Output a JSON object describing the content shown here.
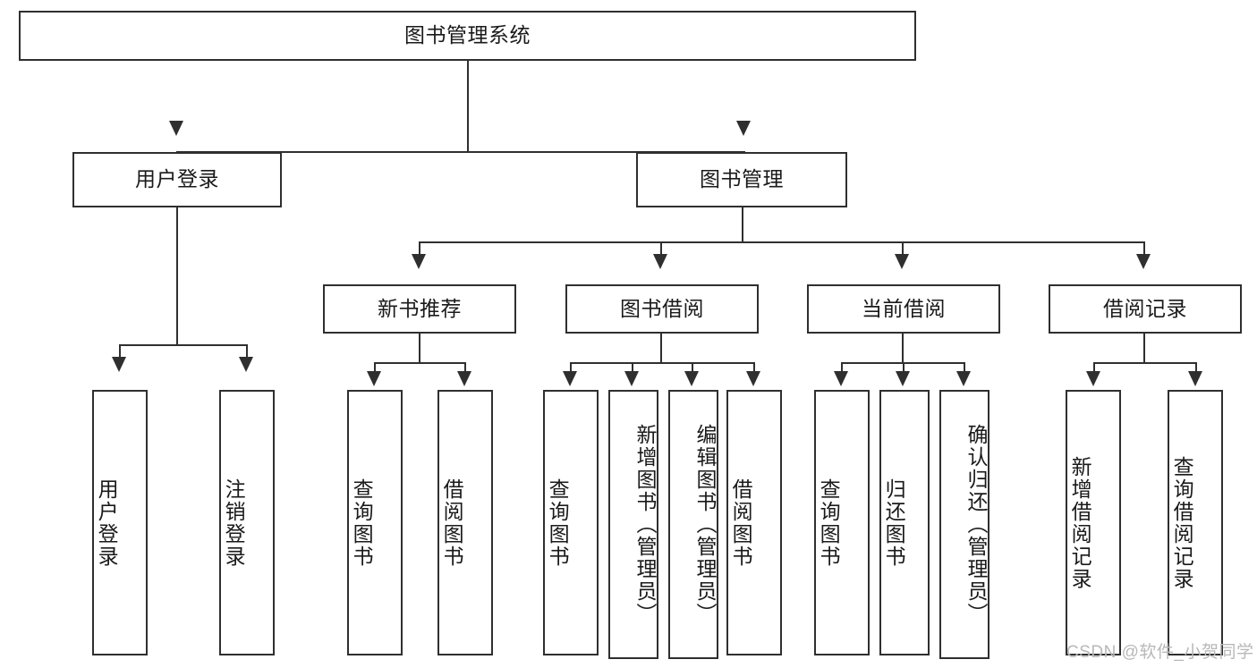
{
  "diagram": {
    "title": "图书管理系统",
    "type": "tree-hierarchy",
    "root": {
      "label": "图书管理系统"
    },
    "level2": [
      {
        "label": "用户登录"
      },
      {
        "label": "图书管理"
      }
    ],
    "level3": [
      {
        "label": "新书推荐"
      },
      {
        "label": "图书借阅"
      },
      {
        "label": "当前借阅"
      },
      {
        "label": "借阅记录"
      }
    ],
    "leaves": {
      "user_login": [
        {
          "label": "用户登录"
        },
        {
          "label": "注销登录"
        }
      ],
      "new_book_recommend": [
        {
          "label": "查询图书"
        },
        {
          "label": "借阅图书"
        }
      ],
      "book_borrow": [
        {
          "label": "查询图书"
        },
        {
          "label": "新增图书（管理员）"
        },
        {
          "label": "编辑图书（管理员）"
        },
        {
          "label": "借阅图书"
        }
      ],
      "current_borrow": [
        {
          "label": "查询图书"
        },
        {
          "label": "归还图书"
        },
        {
          "label": "确认归还（管理员）"
        }
      ],
      "borrow_record": [
        {
          "label": "新增借阅记录"
        },
        {
          "label": "查询借阅记录"
        }
      ]
    }
  },
  "watermark": {
    "text": "CSDN @软件_小贺同学"
  },
  "colors": {
    "stroke": "#2f2f2f",
    "box_fill": "#ffffff",
    "text": "#1a1a1a",
    "watermark": "#b8b8b8"
  }
}
